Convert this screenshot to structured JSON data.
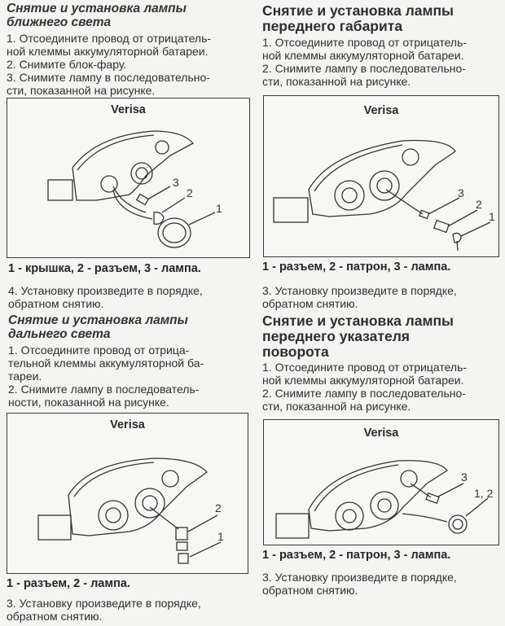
{
  "sections": {
    "low_beam": {
      "title": "Снятие и установка лампы ближнего света",
      "title_lines": [
        "Снятие и установка лампы",
        "ближнего света"
      ],
      "steps": [
        "1. Отсоедините провод от отрицатель-",
        "ной клеммы аккумуляторной батареи.",
        "2. Снимите блок-фару.",
        "3. Снимите лампу в последовательно-",
        "сти, показанной на рисунке."
      ],
      "figure": {
        "title": "Verisa",
        "callouts": [
          "1",
          "2",
          "3"
        ]
      },
      "caption": "1 - крышка, 2 - разъем, 3 - лампа.",
      "after_steps": [
        "4. Установку произведите в порядке,",
        "обратном снятию."
      ]
    },
    "high_beam": {
      "title": "Снятие и установка лампы дальнего света",
      "title_lines": [
        "Снятие и установка лампы",
        "дальнего света"
      ],
      "steps": [
        "1. Отсоедините провод от отрица-",
        "тельной клеммы аккумуляторной ба-",
        "тареи.",
        "2. Снимите лампу в последователь-",
        "ности, показанной на рисунке."
      ],
      "figure": {
        "title": "Verisa",
        "callouts": [
          "1",
          "2"
        ]
      },
      "caption": "1 - разъем, 2 - лампа.",
      "after_steps": [
        "3. Установку произведите в порядке,",
        "обратном снятию."
      ]
    },
    "front_marker": {
      "title": "Снятие и установка лампы переднего габарита",
      "title_lines": [
        "Снятие и установка лампы",
        "переднего габарита"
      ],
      "steps": [
        "1. Отсоедините провод от отрицатель-",
        "ной клеммы аккумуляторной батареи.",
        "2. Снимите лампу в последовательно-",
        "сти, показанной на рисунке."
      ],
      "figure": {
        "title": "Verisa",
        "callouts": [
          "1",
          "2",
          "3"
        ]
      },
      "caption": "1 - разъем, 2 - патрон, 3 - лампа.",
      "after_steps": [
        "3. Установку произведите в порядке,",
        "обратном снятию."
      ]
    },
    "front_turn_signal": {
      "title": "Снятие и установка лампы переднего указателя поворота",
      "title_lines": [
        "Снятие и установка лампы",
        "переднего указателя",
        "поворота"
      ],
      "steps": [
        "1. Отсоедините провод от отрицатель-",
        "ной клеммы аккумуляторной батареи.",
        "2. Снимите лампу в последовательно-",
        "сти, показанной на рисунке."
      ],
      "figure": {
        "title": "Verisa",
        "callouts": [
          "3",
          "1, 2"
        ]
      },
      "caption": "1 - разъем, 2 - патрон, 3 - лампа.",
      "after_steps": [
        "3. Установку произведите в порядке,",
        "обратном снятию."
      ]
    }
  },
  "colors": {
    "paper": "#f4f4f2",
    "ink": "#2a2a2a",
    "frame": "#3a3a3a"
  }
}
